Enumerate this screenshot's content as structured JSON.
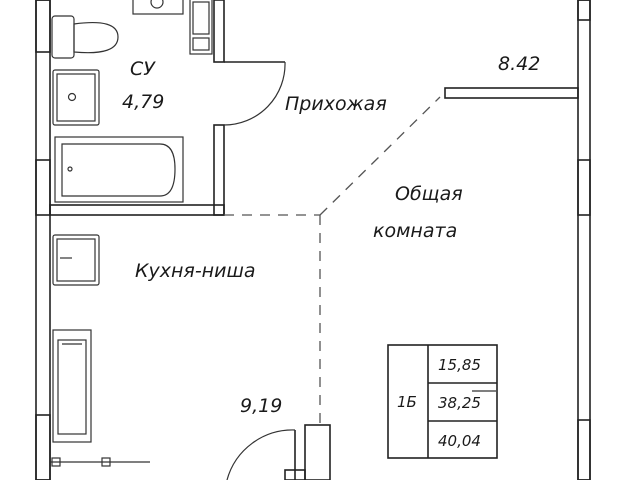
{
  "rooms": {
    "bathroom": {
      "name": "СУ",
      "area": "4,79"
    },
    "hall": {
      "name": "Прихожая"
    },
    "hall_area": "8.42",
    "living": {
      "name_line1": "Общая",
      "name_line2": "комната"
    },
    "kitchen": {
      "name": "Кухня-ниша",
      "area": "9,19"
    }
  },
  "summary_table": {
    "apartment_type": "1Б",
    "living_area": "15,85",
    "total_area": "38,25",
    "total_area_with_balcony": "40,04"
  }
}
